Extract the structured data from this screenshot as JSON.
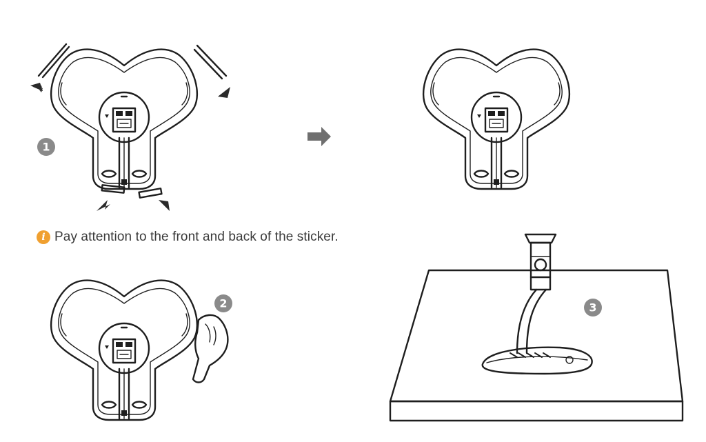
{
  "steps": [
    {
      "number": "1"
    },
    {
      "number": "2"
    },
    {
      "number": "3"
    }
  ],
  "note": {
    "icon": "info-icon",
    "icon_color": "#f0a030",
    "text": "Pay attention to the front and back of the sticker."
  },
  "colors": {
    "line": "#1e1e1e",
    "badge": "#8a8a8a",
    "arrow": "#6f6f6f"
  }
}
